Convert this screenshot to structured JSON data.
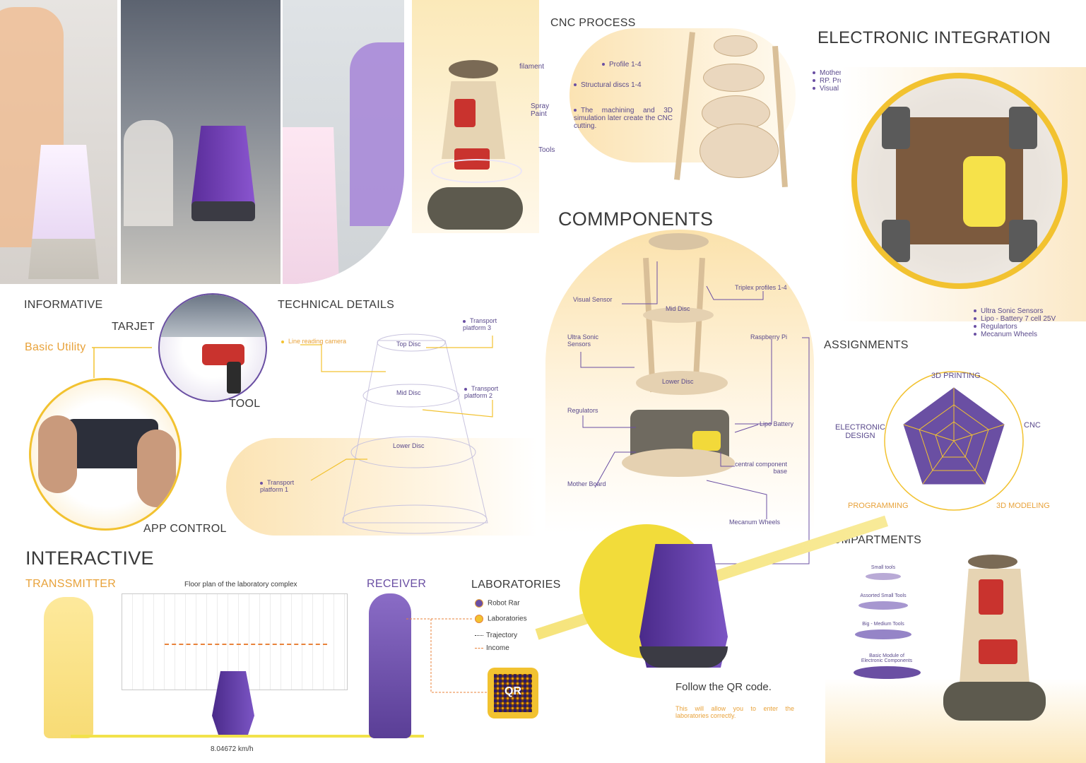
{
  "cnc": {
    "title": "CNC PROCESS",
    "profile": "Profile 1-4",
    "structural": "Structural discs 1-4",
    "machining": "The machining and 3D simulation later create the CNC cutting."
  },
  "electronic": {
    "title": "ELECTRONIC INTEGRATION",
    "list_top": [
      "Motherboard",
      "RP. Processing",
      "Visual Sensor"
    ],
    "list_bottom": [
      "Ultra Sonic Sensors",
      "Lipo - Battery 7 cell 25V",
      "Regulartors",
      "Mecanum Wheels"
    ]
  },
  "robot_labels": {
    "filament": "filament",
    "spray": "Spray\nPaint",
    "tools": "Tools"
  },
  "components": {
    "title": "COMMPONENTS",
    "visual_sensor": "Visual Sensor",
    "triplex": "Triplex profiles 1-4",
    "mid_disc": "Mid Disc",
    "ultra_sonic": "Ultra Sonic\nSensors",
    "raspberry": "Raspberry Pi",
    "lower_disc": "Lower Disc",
    "regulators": "Regulators",
    "lipo": "Lipo Battery",
    "central": "central component\nbase",
    "mother": "Mother Board",
    "mecanum": "Mecanum Wheels"
  },
  "informative": {
    "title": "INFORMATIVE",
    "tarjet": "TARJET",
    "basic_utility": "Basic Utility",
    "tool": "TOOL",
    "app_control": "APP CONTROL"
  },
  "technical": {
    "title": "TECHNICAL DETAILS",
    "line_camera": "Line reading camera",
    "top_disc": "Top Disc",
    "mid_disc": "Mid Disc",
    "lower_disc": "Lower Disc",
    "tp3": "Transport\nplatform 3",
    "tp2": "Transport\nplatform 2",
    "tp1": "Transport\nplatform 1"
  },
  "assignments": {
    "title": "ASSIGNMENTS",
    "axes": [
      "3D PRINTING",
      "CNC",
      "3D MODELING",
      "PROGRAMMING",
      "ELECTRONIC\nDESIGN"
    ],
    "colors": {
      "primary": "#6a4fa3",
      "accent": "#f2c230"
    }
  },
  "compartments": {
    "title": "COMPARTMENTS",
    "items": [
      "Small tools",
      "Assorted Small Tools",
      "Big - Medium Tools",
      "Basic Module of\nElectronic Components"
    ]
  },
  "interactive": {
    "title": "INTERACTIVE",
    "transmitter": "TRANSSMITTER",
    "floor_plan": "Floor plan of the laboratory complex",
    "receiver": "RECEIVER",
    "speed": "8.04672 km/h"
  },
  "laboratories": {
    "title": "LABORATORIES",
    "legend": [
      "Robot Rar",
      "Laboratories",
      "Trajectory",
      "Income"
    ],
    "qr_text": "QR"
  },
  "follow": {
    "title": "Follow the QR code.",
    "subtitle": "This will allow you to enter the laboratories correctly."
  }
}
